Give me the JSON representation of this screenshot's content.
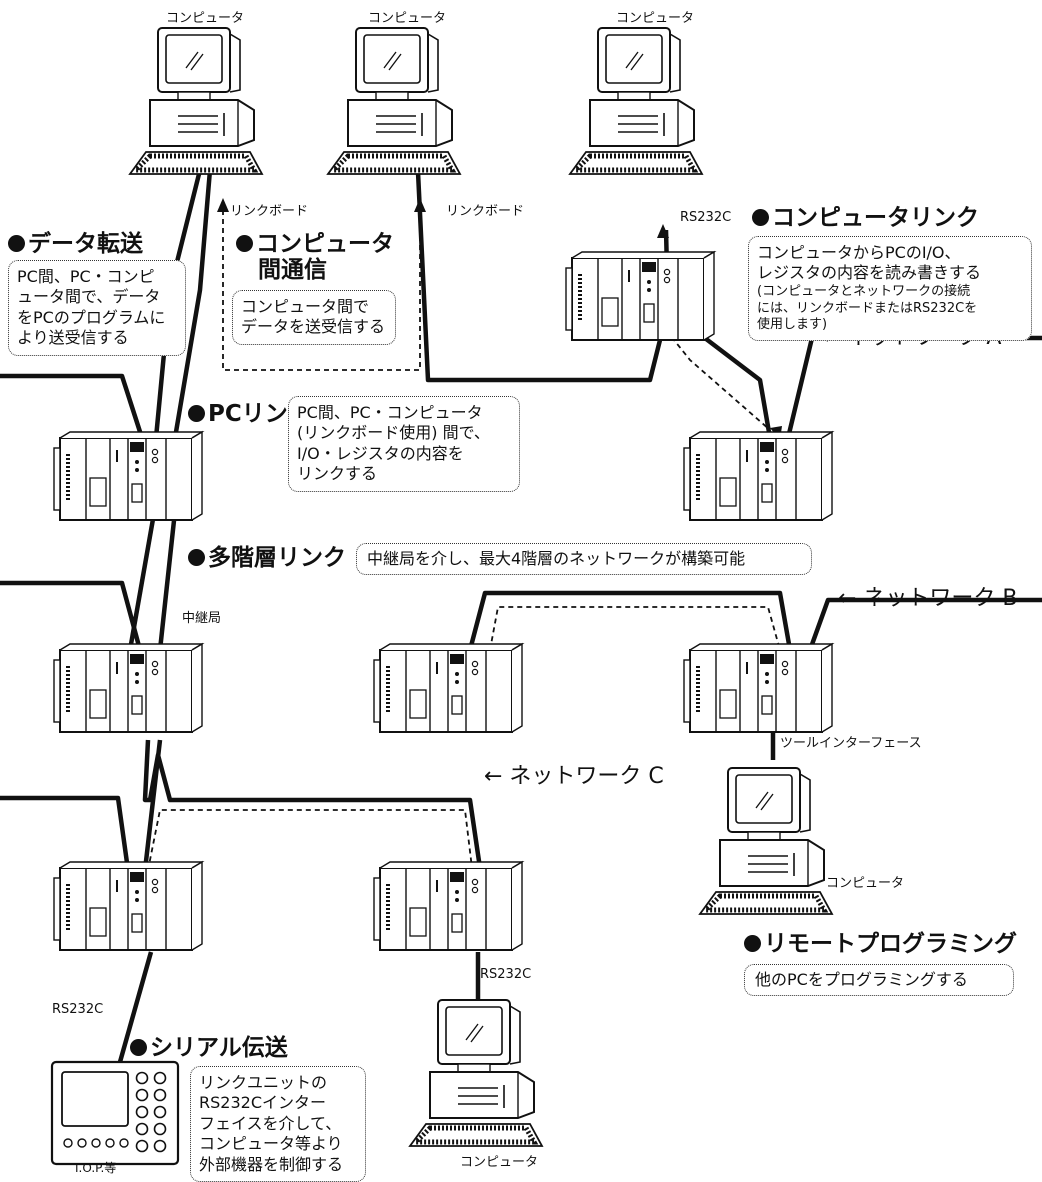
{
  "diagram": {
    "computer_label": "コンピュータ",
    "link_board_label": "リンクボード",
    "rs232c_label": "RS232C",
    "relay_station_label": "中継局",
    "tool_interface_label": "ツールインターフェース",
    "iop_label": "I.O.P.等",
    "networks": {
      "a": "← ネットワーク A",
      "b": "← ネットワーク B",
      "c": "← ネットワーク C"
    },
    "features": {
      "data_transfer": {
        "title": "データ転送",
        "lines": [
          "PC間、PC・コンピ",
          "ュータ間で、データ",
          "をPCのプログラムに",
          "より送受信する"
        ]
      },
      "computer_comm": {
        "title_line1": "コンピュータ",
        "title_line2": "間通信",
        "lines": [
          "コンピュータ間で",
          "データを送受信する"
        ]
      },
      "computer_link": {
        "title": "コンピュータリンク",
        "lines": [
          "コンピュータからPCのI/O、",
          "レジスタの内容を読み書きする"
        ],
        "note_lines": [
          "(コンピュータとネットワークの接続",
          "には、リンクボードまたはRS232Cを",
          "使用します)"
        ]
      },
      "pc_link": {
        "title": "PCリンク",
        "lines": [
          "PC間、PC・コンピュータ",
          "(リンクボード使用) 間で、",
          "I/O・レジスタの内容を",
          "リンクする"
        ]
      },
      "multi_layer_link": {
        "title": "多階層リンク",
        "text": "中継局を介し、最大4階層のネットワークが構築可能"
      },
      "remote_programming": {
        "title": "リモートプログラミング",
        "text": "他のPCをプログラミングする"
      },
      "serial_transfer": {
        "title": "シリアル伝送",
        "lines": [
          "リンクユニットの",
          "RS232Cインター",
          "フェイスを介して、",
          "コンピュータ等より",
          "外部機器を制御する"
        ]
      }
    }
  }
}
